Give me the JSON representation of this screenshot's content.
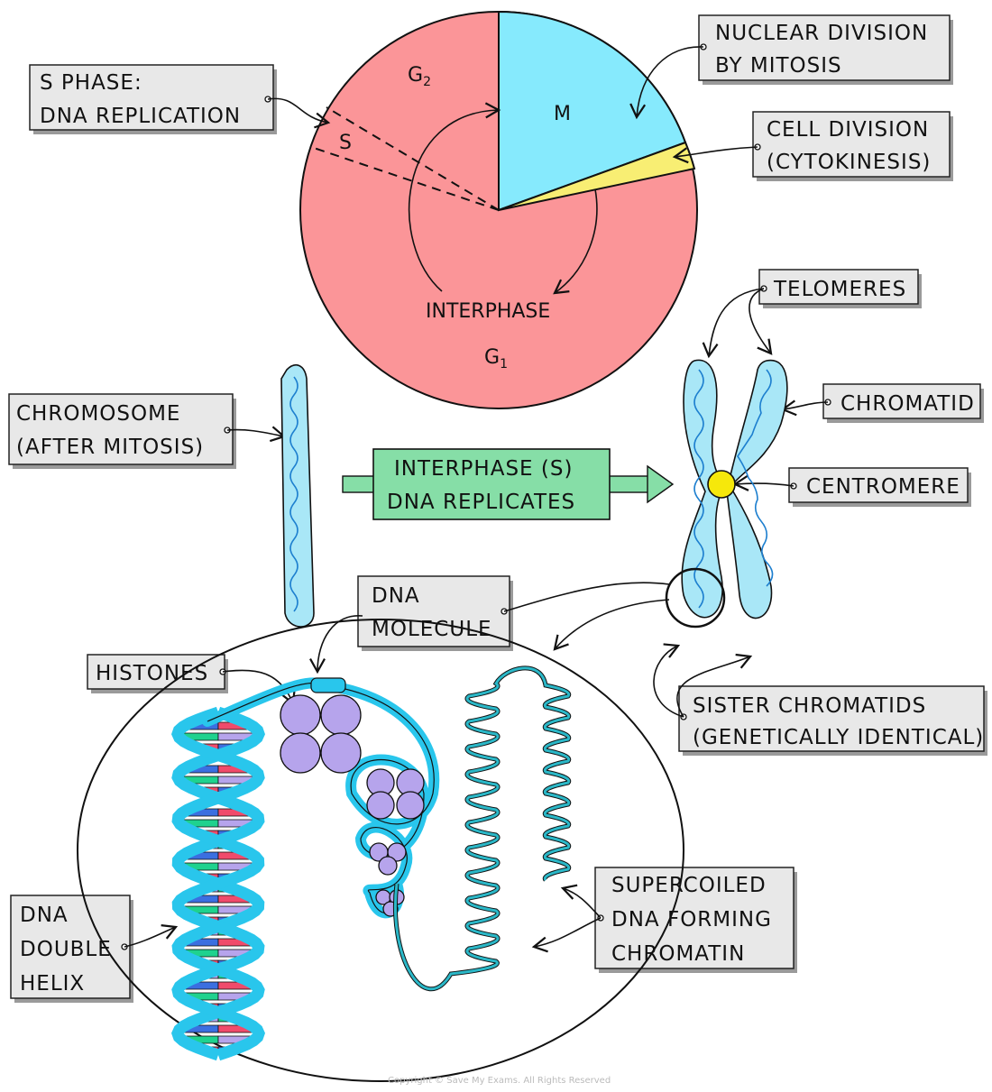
{
  "cell_cycle": {
    "g2": "G",
    "g2_sub": "2",
    "s": "S",
    "m": "M",
    "interphase": "INTERPHASE",
    "g1": "G",
    "g1_sub": "1",
    "colors": {
      "interphase": "#fb9598",
      "mitosis": "#86eafd",
      "cytokinesis": "#f8ee73"
    }
  },
  "labels": {
    "s_phase": [
      "S  PHASE:",
      "DNA  REPLICATION"
    ],
    "nuclear_division": [
      "NUCLEAR  DIVISION",
      "BY  MITOSIS"
    ],
    "cell_division": [
      "CELL  DIVISION",
      "(CYTOKINESIS)"
    ],
    "telomeres": [
      "TELOMERES"
    ],
    "chromatid": [
      "CHROMATID"
    ],
    "centromere": [
      "CENTROMERE"
    ],
    "chromosome": [
      "CHROMOSOME",
      "(AFTER  MITOSIS)"
    ],
    "interphase_s": [
      "INTERPHASE  (S)",
      "DNA  REPLICATES"
    ],
    "dna_molecule": [
      "DNA",
      "MOLECULE"
    ],
    "histones": [
      "HISTONES"
    ],
    "sister_chromatids": [
      "SISTER  CHROMATIDS",
      "(GENETICALLY  IDENTICAL)"
    ],
    "supercoiled": [
      "SUPERCOILED",
      "DNA  FORMING",
      "CHROMATIN"
    ],
    "double_helix": [
      "DNA",
      "DOUBLE",
      "HELIX"
    ]
  },
  "copyright": "Copyright © Save My Exams. All Rights Reserved",
  "colors": {
    "label_box": "#e8e8e8",
    "arrow_box": "#86dea7",
    "chromosome": "#a9e7f7",
    "dna": "#29c6ec",
    "histone": "#b6a4ec",
    "centromere": "#f6e80b"
  }
}
